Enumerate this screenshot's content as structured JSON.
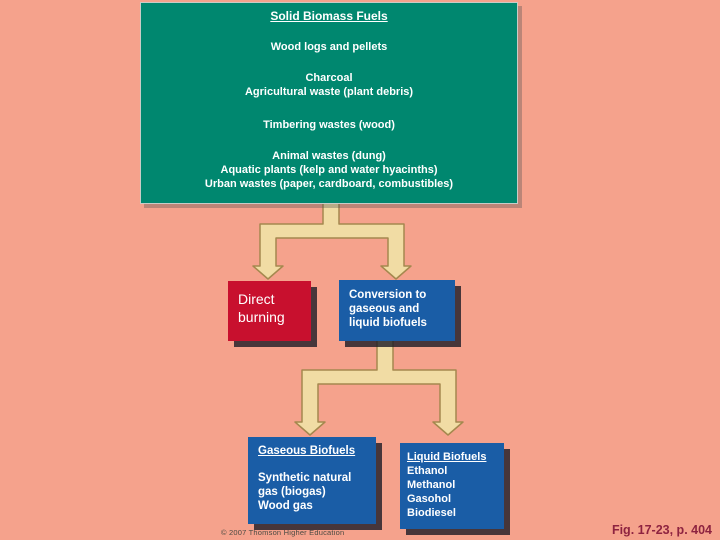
{
  "slide": {
    "background_color": "#F5A28C",
    "copyright": "© 2007 Thomson Higher Education",
    "figure_caption": "Fig. 17-23, p. 404",
    "caption_color": "#8E2340"
  },
  "diagram": {
    "arrow_color": "#F1DCA4",
    "arrow_outline": "#A5884E",
    "source_box": {
      "color": "#00876F",
      "title": "Solid Biomass Fuels",
      "items": [
        "Wood logs and pellets",
        "Charcoal",
        "Agricultural waste (plant debris)",
        "Timbering wastes (wood)",
        "Animal wastes (dung)",
        "Aquatic plants (kelp and water hyacinths)",
        "Urban wastes (paper, cardboard, combustibles)"
      ]
    },
    "direct_box": {
      "color": "#C8102E",
      "label": "Direct burning"
    },
    "conversion_box": {
      "color": "#1A5DA6",
      "label": "Conversion to gaseous and liquid biofuels"
    },
    "gaseous_box": {
      "color": "#1A5DA6",
      "title": "Gaseous Biofuels",
      "items": [
        "Synthetic natural gas (biogas)",
        "Wood gas"
      ]
    },
    "liquid_box": {
      "color": "#1A5DA6",
      "title": "Liquid Biofuels",
      "items": [
        "Ethanol",
        "Methanol",
        "Gasohol",
        "Biodiesel"
      ]
    }
  }
}
